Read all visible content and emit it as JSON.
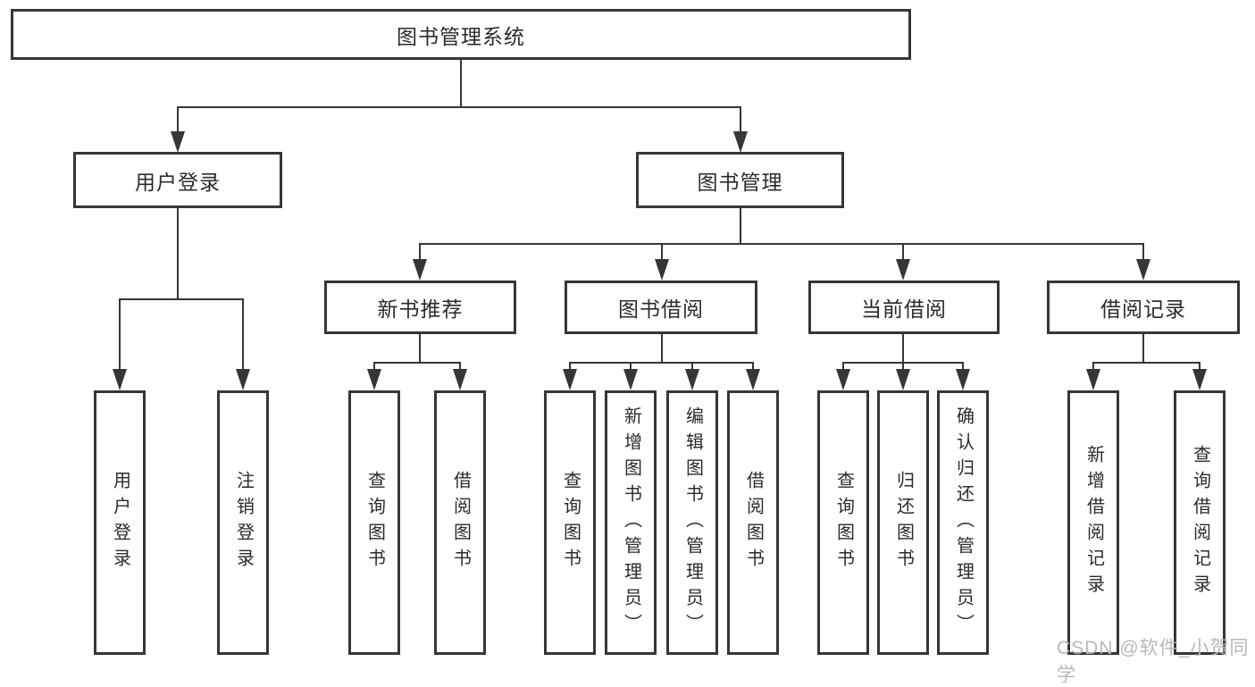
{
  "diagram": {
    "title": "图书管理系统",
    "branches": [
      {
        "label": "用户登录",
        "children": [
          "用户登录",
          "注销登录"
        ]
      },
      {
        "label": "图书管理",
        "children": [
          {
            "label": "新书推荐",
            "children": [
              "查询图书",
              "借阅图书"
            ]
          },
          {
            "label": "图书借阅",
            "children": [
              "查询图书",
              "新增图书（管理员）",
              "编辑图书（管理员）",
              "借阅图书"
            ]
          },
          {
            "label": "当前借阅",
            "children": [
              "查询图书",
              "归还图书",
              "确认归还（管理员）"
            ]
          },
          {
            "label": "借阅记录",
            "children": [
              "新增借阅记录",
              "查询借阅记录"
            ]
          }
        ]
      }
    ],
    "colors": {
      "line": "#363636",
      "box_background": "#ffffff",
      "text": "#2b2b2b",
      "watermark": "#b8b8b8"
    }
  },
  "watermark": {
    "text": "CSDN @软件_小贺同学"
  }
}
